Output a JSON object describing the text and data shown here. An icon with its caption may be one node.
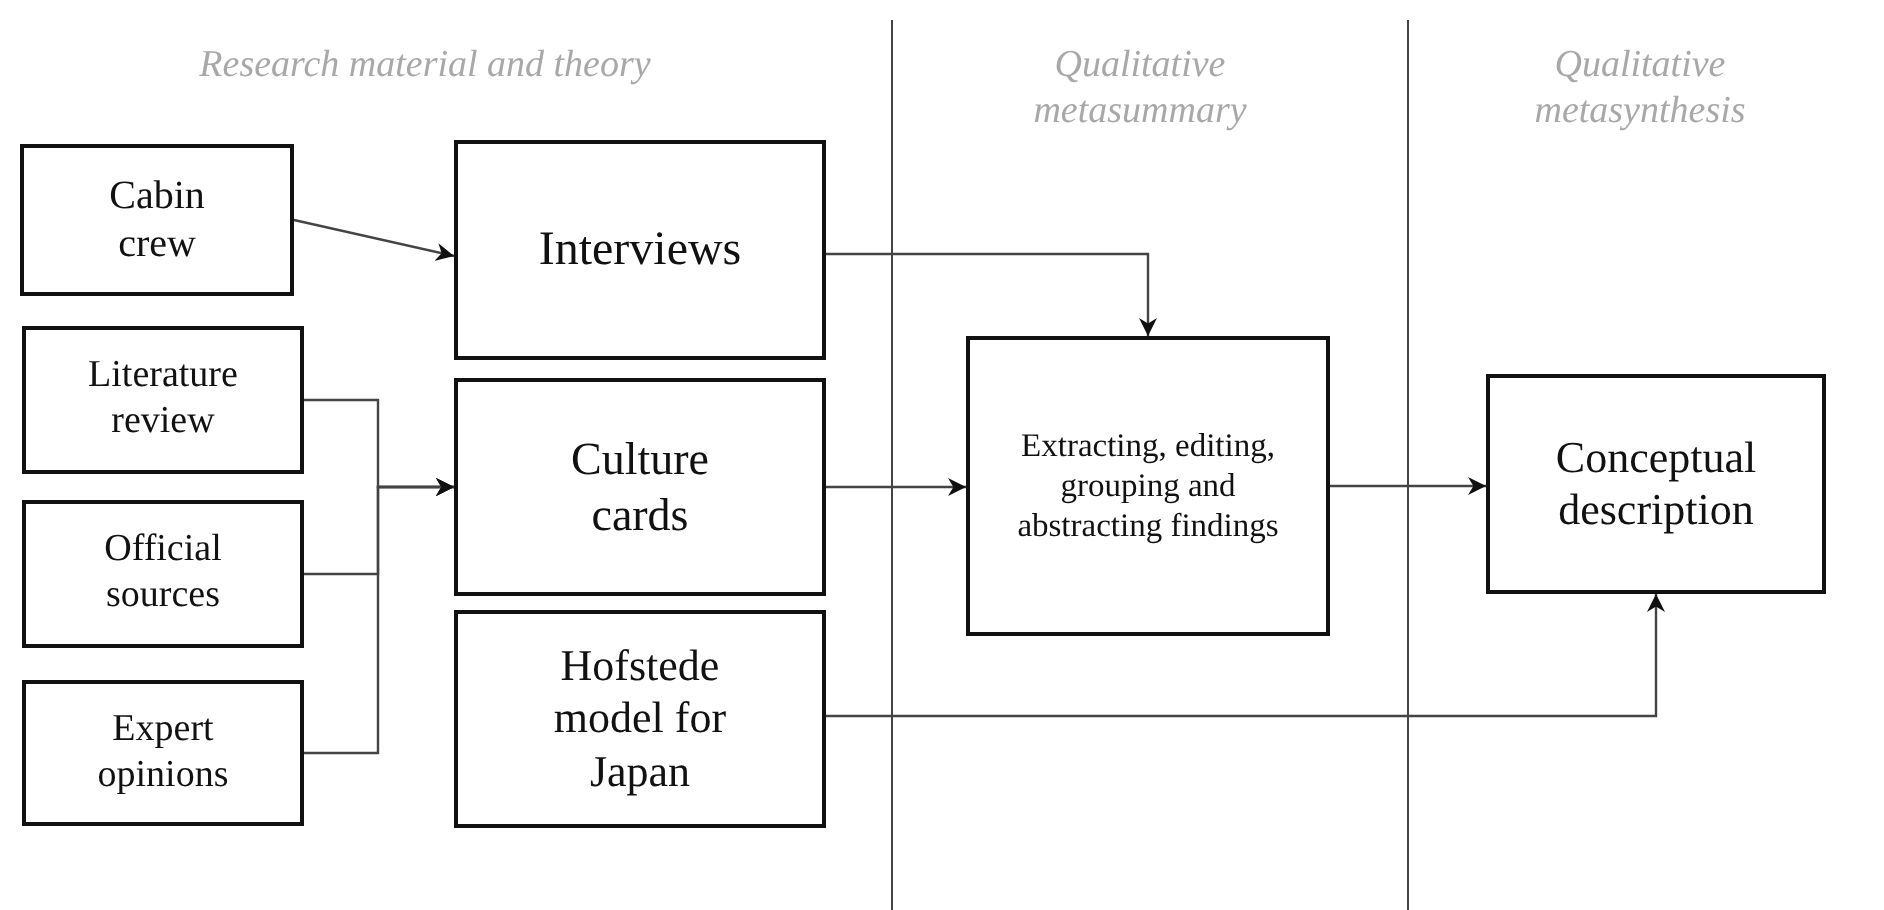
{
  "diagram": {
    "nodes": [
      {
        "text": [
          "Cabin crew"
        ]
      },
      {
        "text": [
          "Literature review"
        ]
      },
      {
        "text": [
          "Official sources"
        ]
      },
      {
        "text": [
          "Expert opinions"
        ]
      },
      {
        "text": [
          "Interviews"
        ]
      },
      {
        "text": [
          "Culture cards"
        ]
      },
      {
        "text": [
          "Hofstede model for Japan"
        ]
      },
      {
        "text": [
          "Extracting, editing, grouping and abstracting findings"
        ]
      },
      {
        "text": [
          "Conceptual description"
        ]
      }
    ],
    "edges": [
      {
        "from": 0,
        "to": 4,
        "arrow": "to"
      },
      {
        "from": 1,
        "to": 5,
        "arrow": "to"
      },
      {
        "from": 2,
        "to": 5,
        "arrow": "to"
      },
      {
        "from": 3,
        "to": 5,
        "arrow": "to"
      },
      {
        "from": 4,
        "to": 7,
        "arrow": "to"
      },
      {
        "from": 5,
        "to": 7,
        "arrow": "to"
      },
      {
        "from": 7,
        "to": 8,
        "arrow": "to"
      },
      {
        "from": 6,
        "to": 8,
        "arrow": "to"
      }
    ],
    "labels": [
      "Research material and theory",
      "Qualitative metasummary",
      "Qualitative metasynthesis"
    ]
  }
}
